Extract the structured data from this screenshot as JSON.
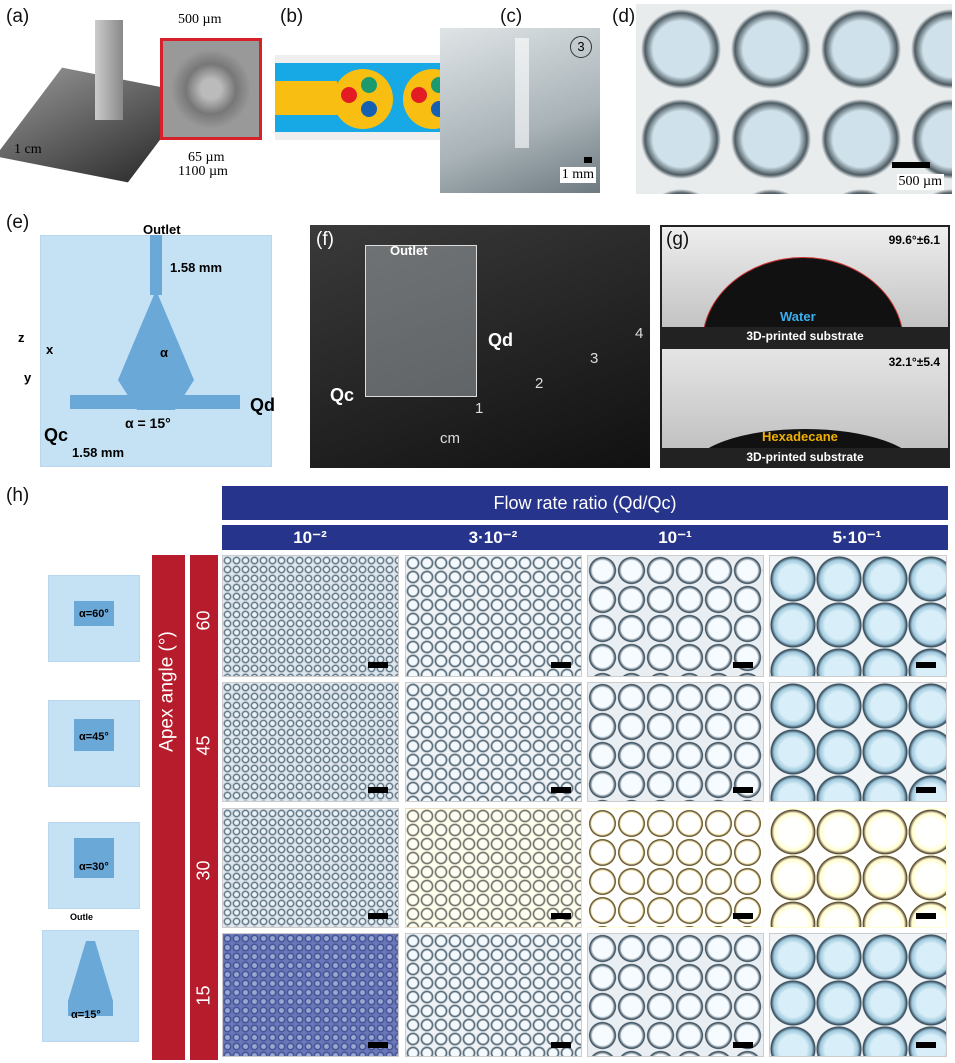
{
  "panels": {
    "a": "(a)",
    "b": "(b)",
    "c": "(c)",
    "d": "(d)",
    "e": "(e)",
    "f": "(f)",
    "g": "(g)",
    "h": "(h)"
  },
  "a": {
    "dim_top": "500 µm",
    "dim_mid": "65 µm",
    "dim_bottom": "1100 µm",
    "dim_side": "1 cm"
  },
  "c": {
    "scale": "1 mm",
    "badge": "3"
  },
  "d": {
    "scale": "500 µm"
  },
  "e": {
    "outlet": "Outlet",
    "outlet_dia": "1.58 mm",
    "alpha": "α",
    "alpha_val": "α = 15°",
    "qd": "Qd",
    "qc": "Qc",
    "inlet_dia": "1.58 mm",
    "axis_z": "z",
    "axis_x": "x",
    "axis_y": "y"
  },
  "f": {
    "outlet": "Outlet",
    "qd": "Qd",
    "qc": "Qc",
    "ruler": [
      "1",
      "2",
      "3",
      "4"
    ],
    "unit": "cm"
  },
  "g": {
    "top": {
      "angle": "99.6°±6.1",
      "liquid": "Water",
      "substrate": "3D-printed substrate"
    },
    "bottom": {
      "angle": "32.1°±5.4",
      "liquid": "Hexadecane",
      "substrate": "3D-printed substrate"
    }
  },
  "h": {
    "header": "Flow rate ratio (Qd/Qc)",
    "columns": [
      "10⁻²",
      "3·10⁻²",
      "10⁻¹",
      "5·10⁻¹"
    ],
    "row_axis": "Apex angle (°)",
    "rows": [
      "60",
      "45",
      "30",
      "15"
    ],
    "sketches": [
      "α=60°",
      "α=45°",
      "α=30°",
      "α=15°"
    ],
    "sketch_outlet": "Outle"
  }
}
